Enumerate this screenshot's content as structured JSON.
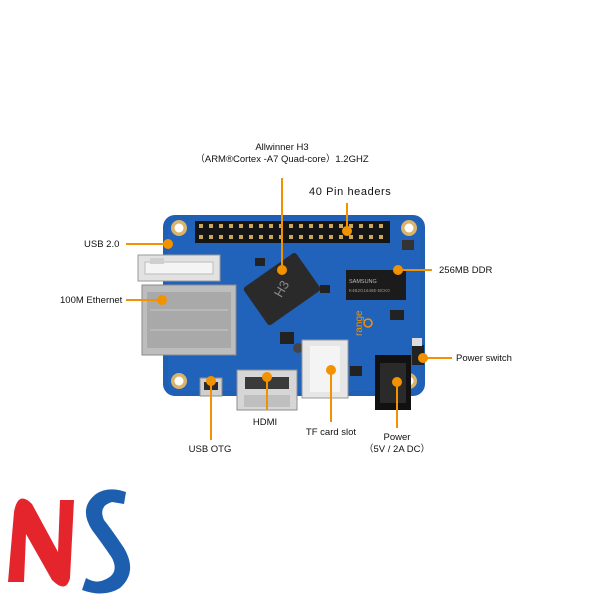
{
  "labels": {
    "soc_line1": "Allwinner H3",
    "soc_line2": "（ARM®Cortex  -A7 Quad-core）1.2GHZ",
    "pin_headers": "40 Pin headers",
    "usb2": "USB 2.0",
    "ddr": "256MB DDR",
    "ethernet": "100M Ethernet",
    "power_switch": "Power switch",
    "usb_otg": "USB OTG",
    "hdmi": "HDMI",
    "tf_card": "TF card slot",
    "power_line1": "Power",
    "power_line2": "（5V / 2A DC）"
  },
  "chip_text": {
    "soc_mark": "H3",
    "ram_brand": "SAMSUNG",
    "ram_part": "K4B2G1646E-BCK0",
    "board_brand": "range"
  },
  "colors": {
    "board": "#1f5fb4",
    "accent": "#f39200",
    "logo_red": "#e4262c",
    "logo_blue": "#1d5fae"
  },
  "logo_text": "NS"
}
